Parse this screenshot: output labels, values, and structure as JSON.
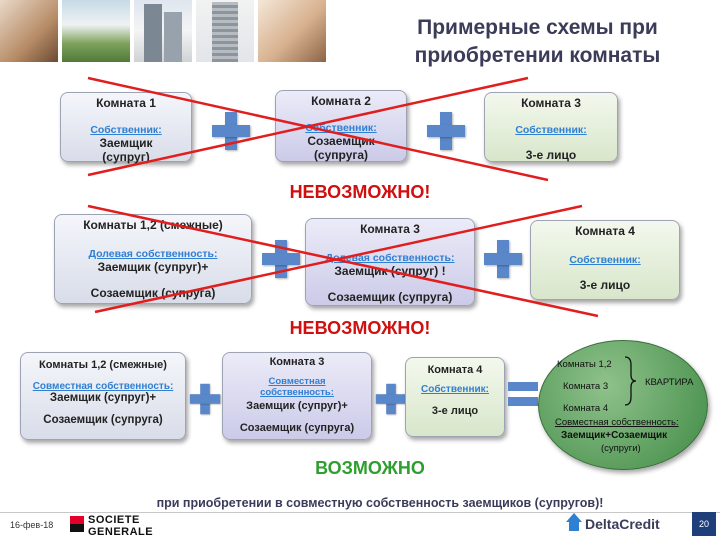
{
  "title": {
    "line1": "Примерные схемы при",
    "line2": "приобретении комнаты"
  },
  "colors": {
    "cross": "#e11d1d",
    "impossible": "#d10f0f",
    "possible": "#2e9e2e",
    "plus": "#5a87c9"
  },
  "row1": {
    "boxes": [
      {
        "head": "Комната 1",
        "owner": "Собственник:",
        "who1": "Заемщик",
        "who2": "(супруг)"
      },
      {
        "head": "Комната 2",
        "owner": "Собственник:",
        "who1": "Созаемщик",
        "who2": "(супруга)"
      },
      {
        "head": "Комната 3",
        "owner": "Собственник:",
        "who1": "3-е лицо",
        "who2": ""
      }
    ],
    "verdict": "НЕВОЗМОЖНО!"
  },
  "row2": {
    "boxes": [
      {
        "head": "Комнаты 1,2 (смежные)",
        "owner": "Долевая собственность:",
        "who1": "Заемщик (супруг)+",
        "who2": "Созаемщик (супруга)"
      },
      {
        "head": "Комната 3",
        "owner": "Долевая собственность:",
        "who1": "Заемщик (супруг) !",
        "who2": "Созаемщик (супруга)"
      },
      {
        "head": "Комната 4",
        "owner": "Собственник:",
        "who1": "3-е лицо",
        "who2": ""
      }
    ],
    "verdict": "НЕВОЗМОЖНО!"
  },
  "row3": {
    "boxes": [
      {
        "head": "Комнаты 1,2 (смежные)",
        "owner": "Совместная собственность:",
        "who1": "Заемщик (супруг)+",
        "who2": "Созаемщик (супруга)"
      },
      {
        "head": "Комната 3",
        "owner": "Совместная собственность:",
        "who1": "Заемщик (супруг)+",
        "who2": "Созаемщик (супруга)"
      },
      {
        "head": "Комната 4",
        "owner": "Собственник:",
        "who1": "3-е лицо",
        "who2": ""
      }
    ],
    "result": {
      "rooms12": "Комнаты 1,2",
      "room3": "Комната 3",
      "room4": "Комната 4",
      "flat": "КВАРТИРА",
      "owner": "Совместная собственность:",
      "who1": "Заемщик+Созаемщик",
      "who2": "(супруги)"
    },
    "verdict": "ВОЗМОЖНО",
    "note": "при приобретении в совместную собственность заемщиков (супругов)!"
  },
  "footer": {
    "date": "16-фев-18",
    "bank_line1": "SOCIETE",
    "bank_line2": "GENERALE",
    "brand": "DeltaCredit",
    "page": "20"
  }
}
